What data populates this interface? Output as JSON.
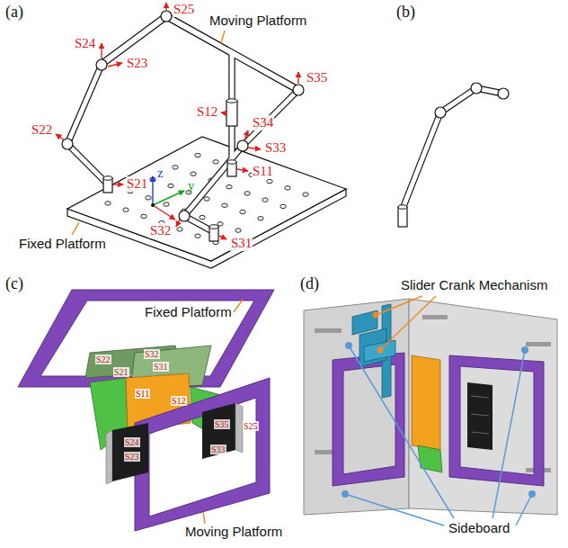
{
  "diagram": {
    "labels": [
      "(a)",
      "S25",
      "Moving Platform",
      "(b)",
      "S24",
      "S23",
      "S35",
      "S22",
      "S12",
      "S34",
      "S33",
      "S21",
      "z",
      "y",
      "S11",
      "S32",
      "S31",
      "Fixed Platform",
      "(c)",
      "(d)",
      "Slider Crank Mechanism",
      "Fixed Platform",
      "S22",
      "S32",
      "S21",
      "S31",
      "S11",
      "S12",
      "S25",
      "S24",
      "S23",
      "S35",
      "S33",
      "Moving Platform",
      "Sideboard"
    ]
  }
}
